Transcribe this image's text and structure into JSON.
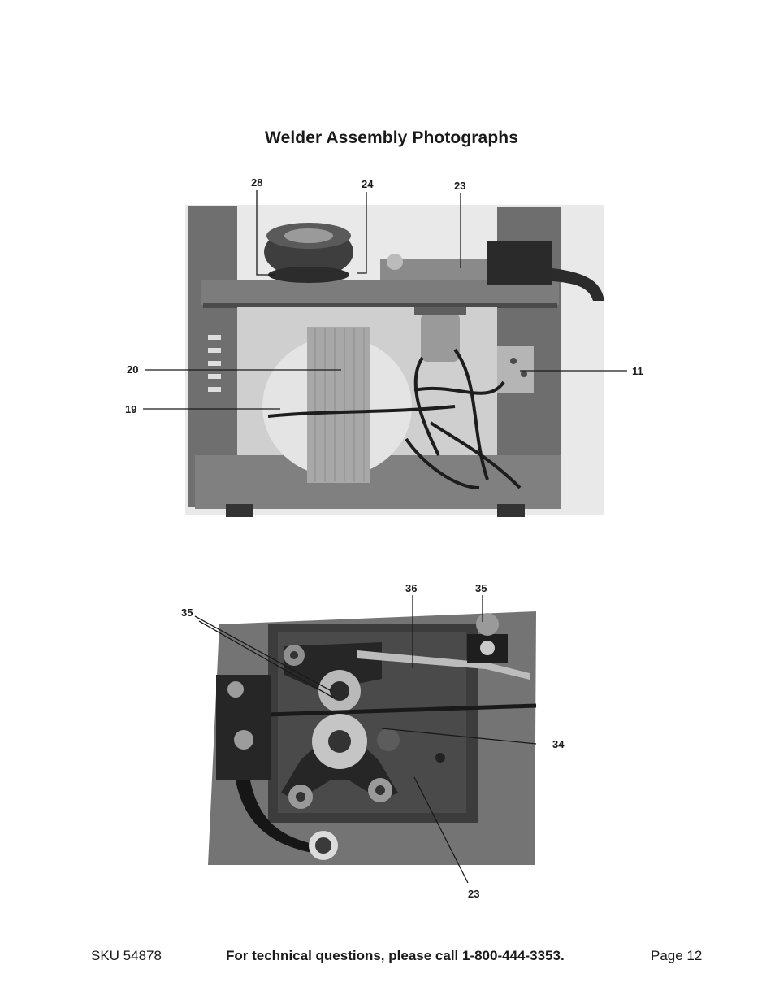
{
  "title": "Welder Assembly Photographs",
  "photo1": {
    "callouts": [
      "28",
      "24",
      "23",
      "20",
      "19",
      "11"
    ]
  },
  "photo2": {
    "callouts": [
      "36",
      "35",
      "35",
      "34",
      "23"
    ]
  },
  "footer": {
    "sku": "SKU 54878",
    "technical": "For technical questions, please call 1-800-444-3353.",
    "page": "Page 12"
  }
}
